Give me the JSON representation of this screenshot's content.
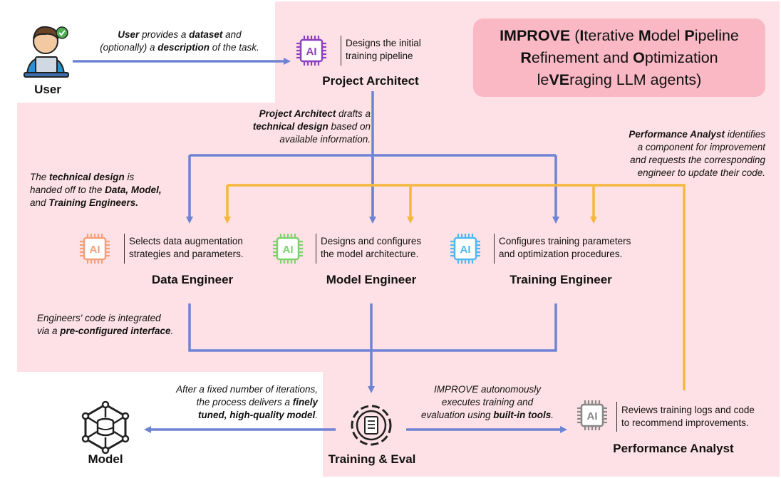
{
  "colors": {
    "background_pink": "#fde1e6",
    "title_box": "#f9b8c4",
    "blue_arrow": "#6f83d4",
    "orange_arrow": "#f6b83c",
    "architect_chip": "#8e3fc0",
    "data_chip": "#f4a07a",
    "model_chip": "#7fd170",
    "training_chip": "#50b8ef",
    "analyst_chip": "#888888"
  },
  "title": {
    "line1_bold": "IMPROVE",
    "line1_rest": " (",
    "l1": [
      "I",
      "terative ",
      "M",
      "odel ",
      "P",
      "ipeline"
    ],
    "l2": [
      "R",
      "efinement and ",
      "O",
      "ptimization"
    ],
    "l3": [
      "le",
      "VE",
      "raging LLM agents)"
    ]
  },
  "nodes": {
    "user": {
      "label": "User",
      "icon": "user-at-laptop-icon"
    },
    "architect": {
      "label": "Project Architect",
      "desc1": "Designs the initial",
      "desc2": "training pipeline",
      "icon": "ai-chip-icon"
    },
    "data": {
      "label": "Data Engineer",
      "desc1": "Selects data augmentation",
      "desc2": "strategies and parameters.",
      "icon": "ai-chip-icon"
    },
    "model": {
      "label": "Model Engineer",
      "desc1": "Designs and configures",
      "desc2": "the model architecture.",
      "icon": "ai-chip-icon"
    },
    "training": {
      "label": "Training Engineer",
      "desc1": "Configures training parameters",
      "desc2": "and optimization procedures.",
      "icon": "ai-chip-icon"
    },
    "eval": {
      "label": "Training & Eval",
      "icon": "gear-document-icon"
    },
    "analyst": {
      "label": "Performance Analyst",
      "desc1": "Reviews training logs and code",
      "desc2": "to recommend improvements.",
      "icon": "ai-chip-icon"
    },
    "output": {
      "label": "Model",
      "icon": "network-database-icon"
    }
  },
  "notes": {
    "user": {
      "l1": [
        "User",
        " provides a ",
        "dataset",
        " and"
      ],
      "l2": [
        "(optionally) a ",
        "description",
        " of the task."
      ]
    },
    "architect": {
      "l1": [
        "Project Architect",
        " drafts a"
      ],
      "l2": [
        "technical design",
        " based on"
      ],
      "l3": "available information."
    },
    "handoff": {
      "l1": [
        "The ",
        "technical design",
        " is"
      ],
      "l2": [
        "handed off to the ",
        "Data, Model,"
      ],
      "l3": [
        "and ",
        "Training Engineers."
      ]
    },
    "integration": {
      "l1": "Engineers' code is integrated",
      "l2": [
        "via a ",
        "pre-configured interface",
        "."
      ]
    },
    "analyst": {
      "l1": [
        "Performance Analyst",
        " identifies"
      ],
      "l2": "a component for improvement",
      "l3": "and requests the corresponding",
      "l4": "engineer to update their code."
    },
    "autonomous": {
      "l1": "IMPROVE autonomously",
      "l2": "executes training and",
      "l3": [
        "evaluation using ",
        "built-in tools",
        "."
      ]
    },
    "final": {
      "l1": "After a fixed number of iterations,",
      "l2": [
        "the process delivers a ",
        "finely"
      ],
      "l3": [
        "tuned, high-quality model",
        "."
      ]
    }
  },
  "chip_text": "AI"
}
